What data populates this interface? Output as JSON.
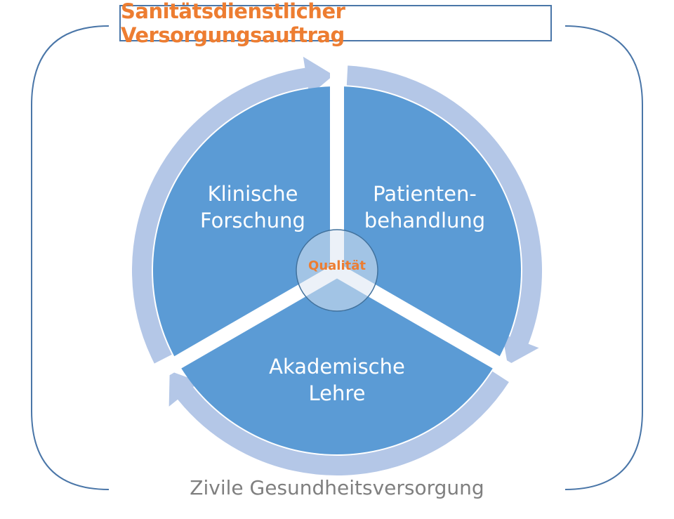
{
  "title": "Sanitätsdienstlicher Versorgungsauftrag",
  "segments": {
    "clinical_research": [
      "Klinische",
      "Forschung"
    ],
    "patient_care": [
      "Patienten-",
      "behandlung"
    ],
    "teaching": [
      "Akademische",
      "Lehre"
    ]
  },
  "center": "Qualität",
  "footer": "Zivile Gesundheitsversorgung",
  "colors": {
    "accent": "#ed7d31",
    "sector": "#5b9bd5",
    "ring": "#b4c7e7",
    "bracket": "#4a76a8"
  }
}
